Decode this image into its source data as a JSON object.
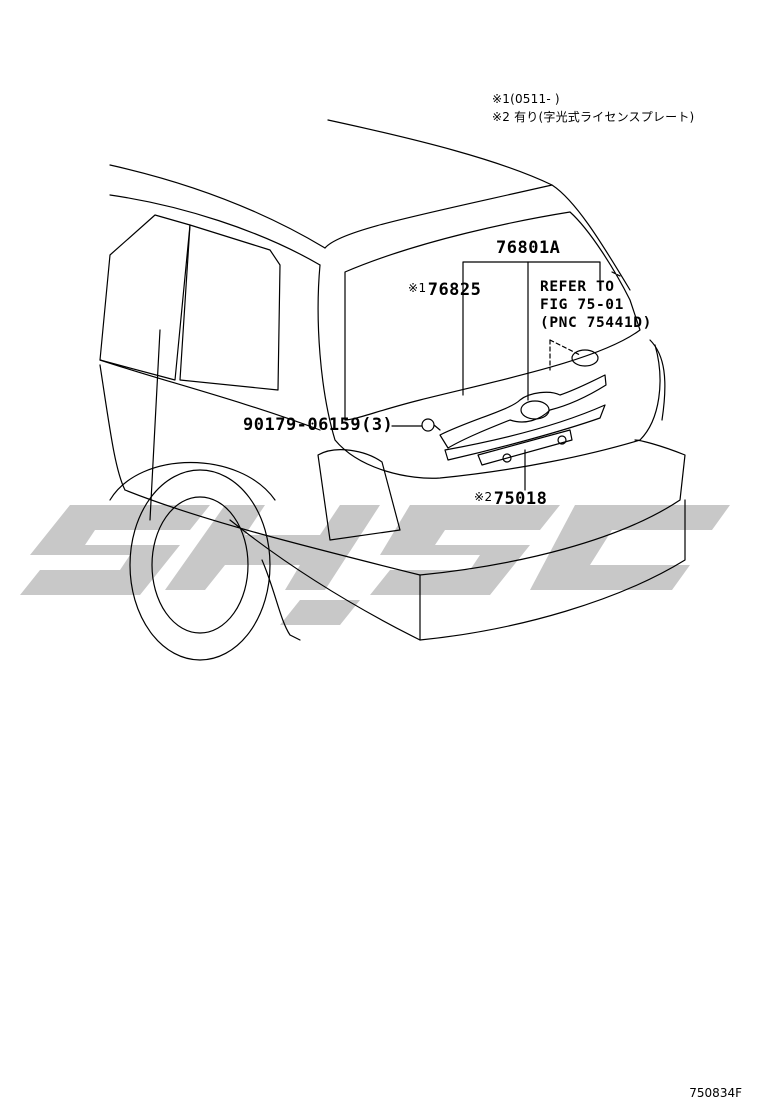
{
  "notes": [
    {
      "mark": "※1",
      "text": "(0511-         )"
    },
    {
      "mark": "※2",
      "text": "有り(字光式ライセンスプレート)"
    }
  ],
  "parts": {
    "assembly": "76801A",
    "garnish": {
      "mark": "※1",
      "number": "76825"
    },
    "clip": "90179-06159(3)",
    "lamp": {
      "mark": "※2",
      "number": "75018"
    }
  },
  "reference": {
    "line1": "REFER TO",
    "line2": "FIG 75-01",
    "line3": "(PNC 75441D)"
  },
  "watermark": {
    "color": "#c8c8c8"
  },
  "figure_id": "750834F"
}
